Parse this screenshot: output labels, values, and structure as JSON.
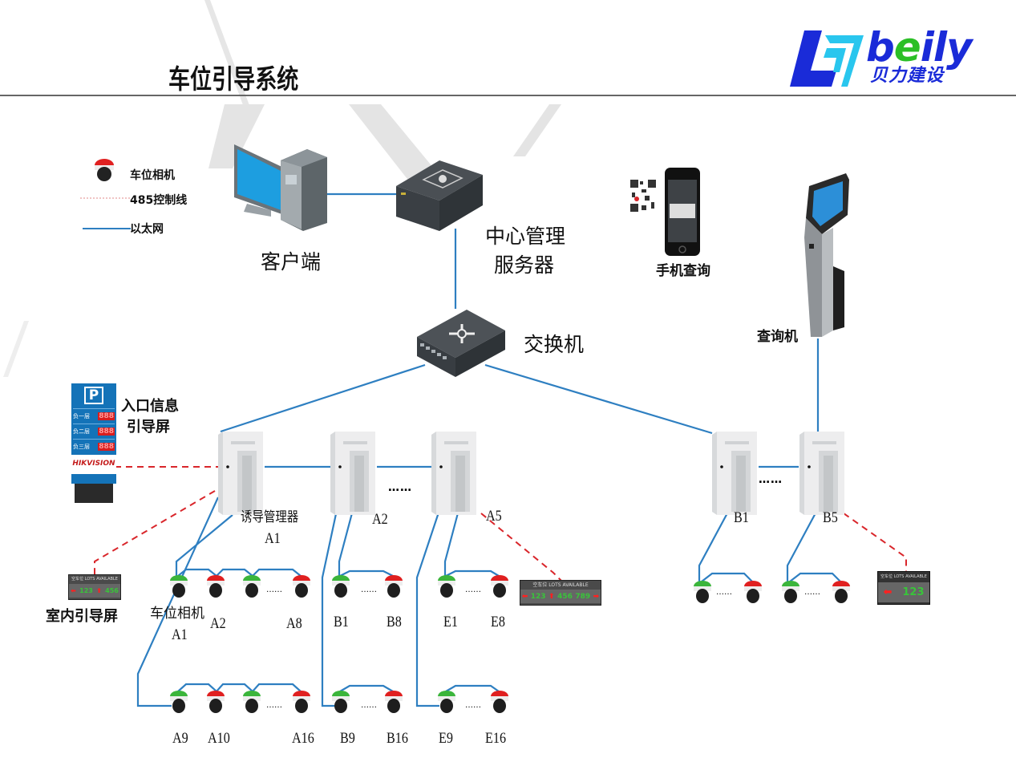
{
  "header": {
    "title": "车位引导系统",
    "logo": {
      "brand_prefix": "b",
      "brand_highlight": "e",
      "brand_suffix": "ily",
      "chinese_name": "贝力建设"
    }
  },
  "legend": {
    "items": [
      {
        "icon": "parking-camera-icon",
        "label": "车位相机"
      },
      {
        "icon": "red-dashed-line",
        "label": "485控制线"
      },
      {
        "icon": "blue-solid-line",
        "label": "以太网"
      }
    ]
  },
  "colors": {
    "ethernet": "#2e7fc1",
    "rs485": "#d9262b",
    "camera_free": "#3bb53b",
    "camera_occupied": "#e02020",
    "led_green": "#39c43a",
    "led_red": "#ff2020"
  },
  "nodes": {
    "client": {
      "label": "客户端"
    },
    "server": {
      "label_line1": "中心管理",
      "label_line2": "服务器"
    },
    "switch": {
      "label": "交换机"
    },
    "mobile": {
      "label": "手机查询"
    },
    "kiosk": {
      "label": "查询机"
    },
    "entrance_screen": {
      "label_line1": "入口信息",
      "label_line2": "引导屏",
      "sign_letter": "P",
      "floors": [
        {
          "name": "负一层",
          "count": "888"
        },
        {
          "name": "负二层",
          "count": "888"
        },
        {
          "name": "负三层",
          "count": "888"
        }
      ],
      "brand": "HIKVISION"
    },
    "indoor_screen": {
      "label": "室内引导屏",
      "header_text": "空车位 LOTS AVAILABLE"
    }
  },
  "controllers": [
    {
      "id": "A1",
      "label_line1": "诱导管理器",
      "label_line2": "A1"
    },
    {
      "id": "A2",
      "label_line1": "",
      "label_line2": "A2"
    },
    {
      "id": "A5",
      "label_line1": "",
      "label_line2": "A5"
    },
    {
      "id": "B1",
      "label_line1": "",
      "label_line2": "B1"
    },
    {
      "id": "B5",
      "label_line1": "",
      "label_line2": "B5"
    }
  ],
  "ellipsis": "……",
  "camera_labels": {
    "row1": {
      "a_first_line1": "车位相机",
      "a_first_line2": "A1",
      "a2": "A2",
      "a8": "A8",
      "b1": "B1",
      "b8": "B8",
      "e1": "E1",
      "e8": "E8"
    },
    "row2": {
      "a9": "A9",
      "a10": "A10",
      "a16": "A16",
      "b9": "B9",
      "b16": "B16",
      "e9": "E9",
      "e16": "E16"
    }
  },
  "led_signs": {
    "indoor": {
      "header": "空车位 LOTS AVAILABLE",
      "left_count": "123",
      "up_count": "456"
    },
    "a5": {
      "header": "空车位 LOTS AVAILABLE",
      "left_count": "123",
      "up_count": "456",
      "right_count": "789"
    },
    "b5": {
      "header": "空车位 LOTS AVAILABLE",
      "left_count": "123"
    }
  }
}
